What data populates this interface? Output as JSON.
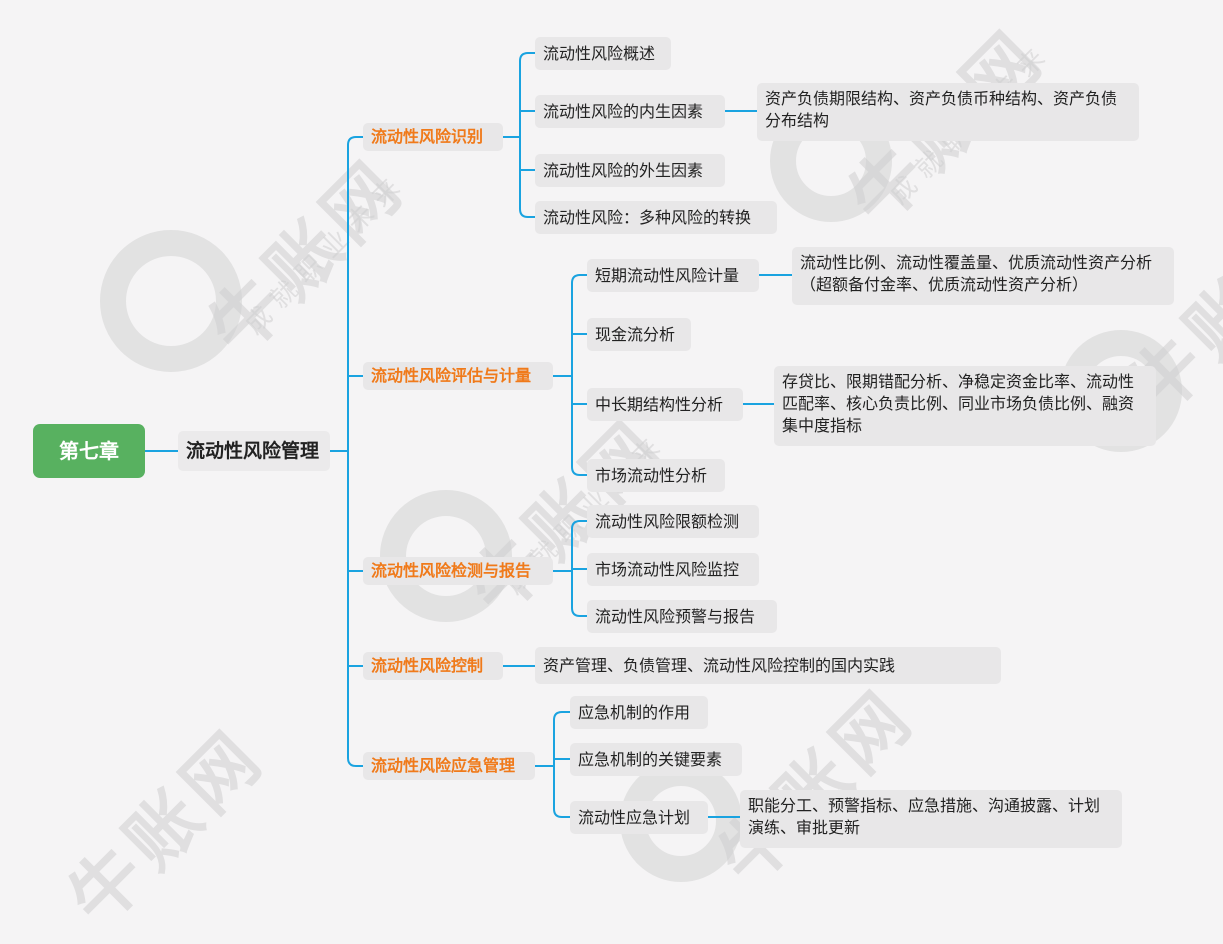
{
  "root": "第七章",
  "topic": "流动性风险管理",
  "watermark": {
    "brand": "牛账网",
    "slogan": "成就职业未来"
  },
  "branches": [
    {
      "label": "流动性风险识别",
      "children": [
        {
          "label": "流动性风险概述"
        },
        {
          "label": "流动性风险的内生因素",
          "detail": "资产负债期限结构、资产负债币种结构、资产负债分布结构"
        },
        {
          "label": "流动性风险的外生因素"
        },
        {
          "label": "流动性风险：多种风险的转换"
        }
      ]
    },
    {
      "label": "流动性风险评估与计量",
      "children": [
        {
          "label": "短期流动性风险计量",
          "detail": "流动性比例、流动性覆盖量、优质流动性资产分析（超额备付金率、优质流动性资产分析）"
        },
        {
          "label": "现金流分析"
        },
        {
          "label": "中长期结构性分析",
          "detail": "存贷比、限期错配分析、净稳定资金比率、流动性匹配率、核心负责比例、同业市场负债比例、融资集中度指标"
        },
        {
          "label": "市场流动性分析"
        }
      ]
    },
    {
      "label": "流动性风险检测与报告",
      "children": [
        {
          "label": "流动性风险限额检测"
        },
        {
          "label": "市场流动性风险监控"
        },
        {
          "label": "流动性风险预警与报告"
        }
      ]
    },
    {
      "label": "流动性风险控制",
      "children": [
        {
          "label": "资产管理、负债管理、流动性风险控制的国内实践"
        }
      ]
    },
    {
      "label": "流动性风险应急管理",
      "children": [
        {
          "label": "应急机制的作用"
        },
        {
          "label": "应急机制的关键要素"
        },
        {
          "label": "流动性应急计划",
          "detail": "职能分工、预警指标、应急措施、沟通披露、计划演练、审批更新"
        }
      ]
    }
  ],
  "colors": {
    "connector": "#1aa3e0",
    "accent": "#f07a1a",
    "root": "#58b160",
    "node": "#e8e7e8"
  }
}
